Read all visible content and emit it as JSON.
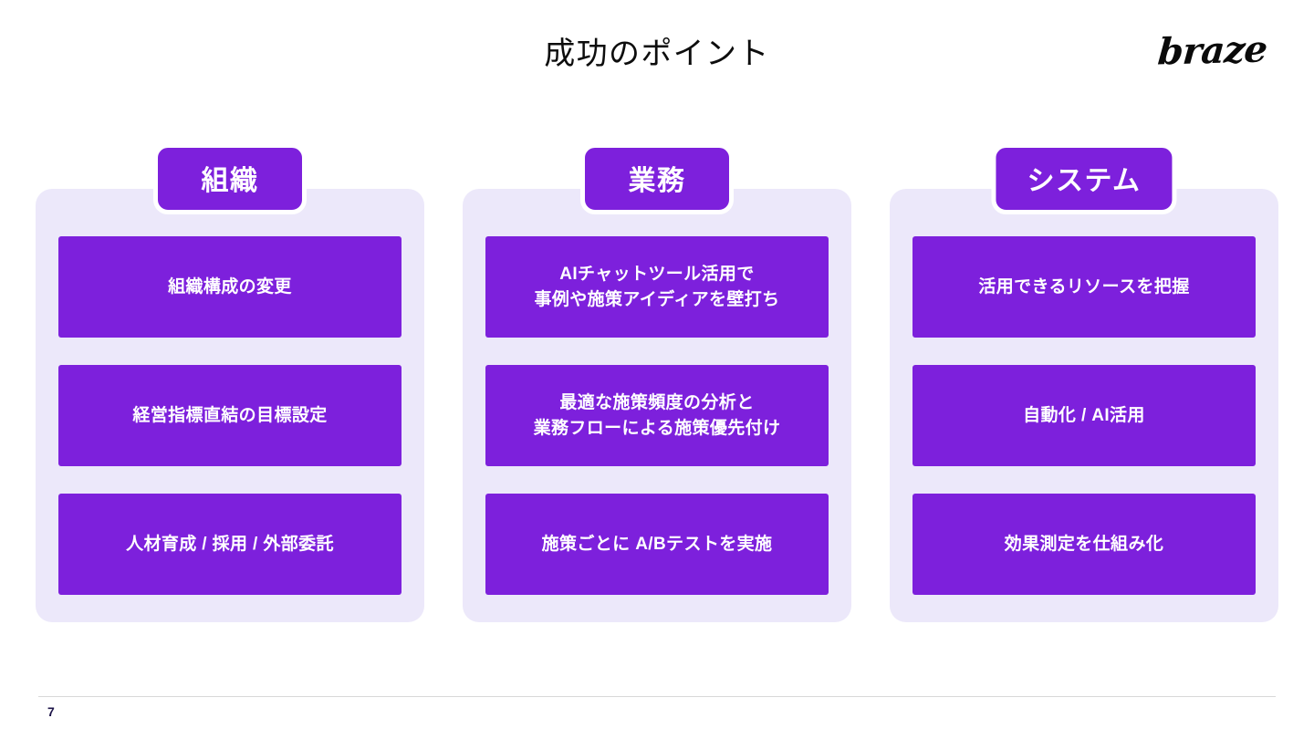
{
  "slide": {
    "title": "成功のポイント",
    "brand_logo": "braze",
    "page_number": "7",
    "colors": {
      "purple": "#7D20DC",
      "panel_background": "#ECE8FA",
      "page_background": "#FFFFFF",
      "title_text": "#0D0D0D",
      "page_number_text": "#1D1449",
      "footer_rule": "#D8D8D8"
    }
  },
  "columns": [
    {
      "header": "組織",
      "cards": [
        {
          "lines": [
            "組織構成の変更"
          ]
        },
        {
          "lines": [
            "経営指標直結の目標設定"
          ]
        },
        {
          "lines": [
            "人材育成 / 採用 / 外部委託"
          ]
        }
      ]
    },
    {
      "header": "業務",
      "cards": [
        {
          "lines": [
            "AIチャットツール活用で",
            "事例や施策アイディアを壁打ち"
          ]
        },
        {
          "lines": [
            "最適な施策頻度の分析と",
            "業務フローによる施策優先付け"
          ]
        },
        {
          "lines": [
            "施策ごとに A/Bテストを実施"
          ]
        }
      ]
    },
    {
      "header": "システム",
      "cards": [
        {
          "lines": [
            "活用できるリソースを把握"
          ]
        },
        {
          "lines": [
            "自動化 / AI活用"
          ]
        },
        {
          "lines": [
            "効果測定を仕組み化"
          ]
        }
      ]
    }
  ]
}
